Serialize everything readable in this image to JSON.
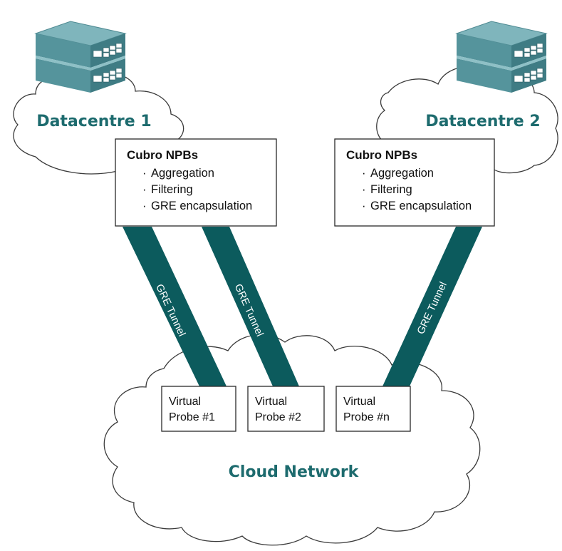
{
  "datacentres": [
    {
      "title": "Datacentre 1",
      "npb": {
        "heading": "Cubro NPBs",
        "items": [
          "Aggregation",
          "Filtering",
          "GRE encapsulation"
        ]
      }
    },
    {
      "title": "Datacentre 2",
      "npb": {
        "heading": "Cubro NPBs",
        "items": [
          "Aggregation",
          "Filtering",
          "GRE encapsulation"
        ]
      }
    }
  ],
  "tunnels": [
    "GRE Tunnel",
    "GRE Tunnel",
    "GRE Tunnel"
  ],
  "cloud": {
    "title": "Cloud Network",
    "probes": [
      {
        "line1": "Virtual",
        "line2": "Probe #1"
      },
      {
        "line1": "Virtual",
        "line2": "Probe #2"
      },
      {
        "line1": "Virtual",
        "line2": "Probe #n"
      }
    ]
  },
  "colors": {
    "tunnel": "#0c5b5d",
    "title": "#1d6b6e",
    "server_top": "#7fb5bc",
    "server_front": "#3f7c84"
  },
  "icons": [
    "server-stack-icon"
  ]
}
